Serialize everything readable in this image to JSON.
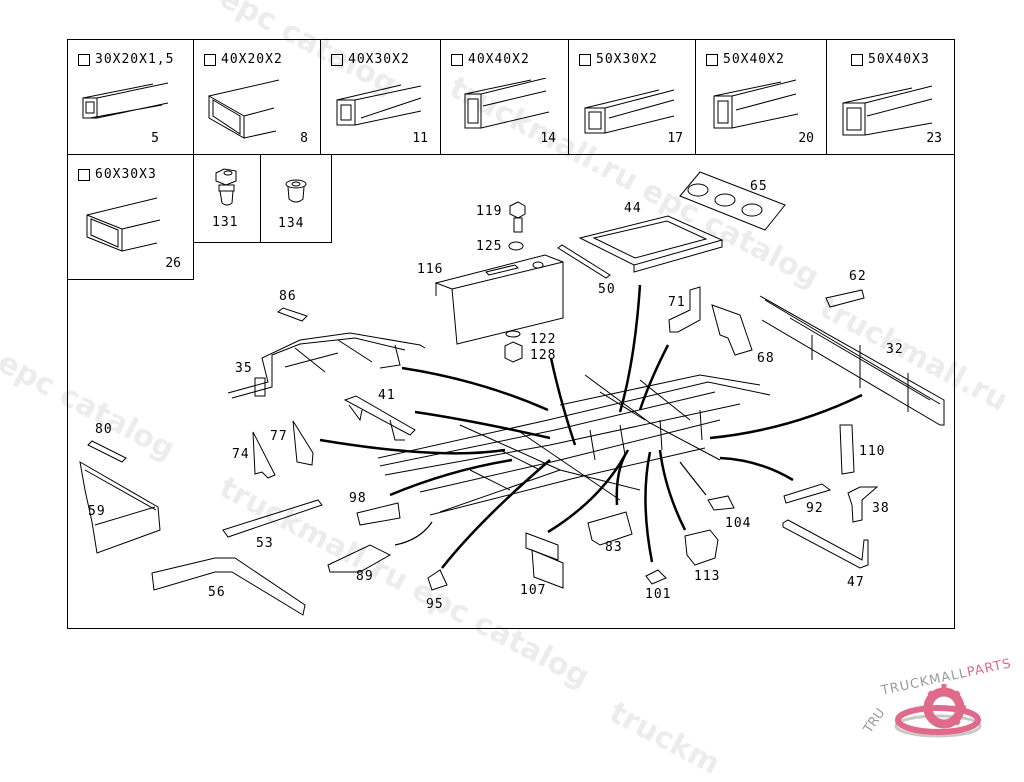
{
  "profiles": [
    {
      "size": "30X20X1,5",
      "number": "5"
    },
    {
      "size": "40X20X2",
      "number": "8"
    },
    {
      "size": "40X30X2",
      "number": "11"
    },
    {
      "size": "40X40X2",
      "number": "14"
    },
    {
      "size": "50X30X2",
      "number": "17"
    },
    {
      "size": "50X40X2",
      "number": "20"
    },
    {
      "size": "50X40X3",
      "number": "23"
    },
    {
      "size": "60X30X3",
      "number": "26"
    }
  ],
  "fasteners": [
    {
      "number": "131"
    },
    {
      "number": "134"
    }
  ],
  "callouts": {
    "p119": "119",
    "p125": "125",
    "p116": "116",
    "p44": "44",
    "p65": "65",
    "p50": "50",
    "p62": "62",
    "p86": "86",
    "p71": "71",
    "p68": "68",
    "p32": "32",
    "p122": "122",
    "p128": "128",
    "p35": "35",
    "p41": "41",
    "p80": "80",
    "p77": "77",
    "p74": "74",
    "p110": "110",
    "p59": "59",
    "p98": "98",
    "p92": "92",
    "p38": "38",
    "p104": "104",
    "p53": "53",
    "p83": "83",
    "p113": "113",
    "p107": "107",
    "p89": "89",
    "p47": "47",
    "p56": "56",
    "p95": "95",
    "p101": "101"
  },
  "watermarks": {
    "w1": "epc catalog",
    "w2": "truckmall.ru epc catalog",
    "w3": "truckmall.ru",
    "w4": "l epc catalog",
    "w5": "truckmall.ru epc catalog",
    "w6": "truckm"
  },
  "logo": {
    "text_gray": "TRUCKMALL",
    "text_pink": "PARTS",
    "accent_color": "#e06a8a"
  }
}
